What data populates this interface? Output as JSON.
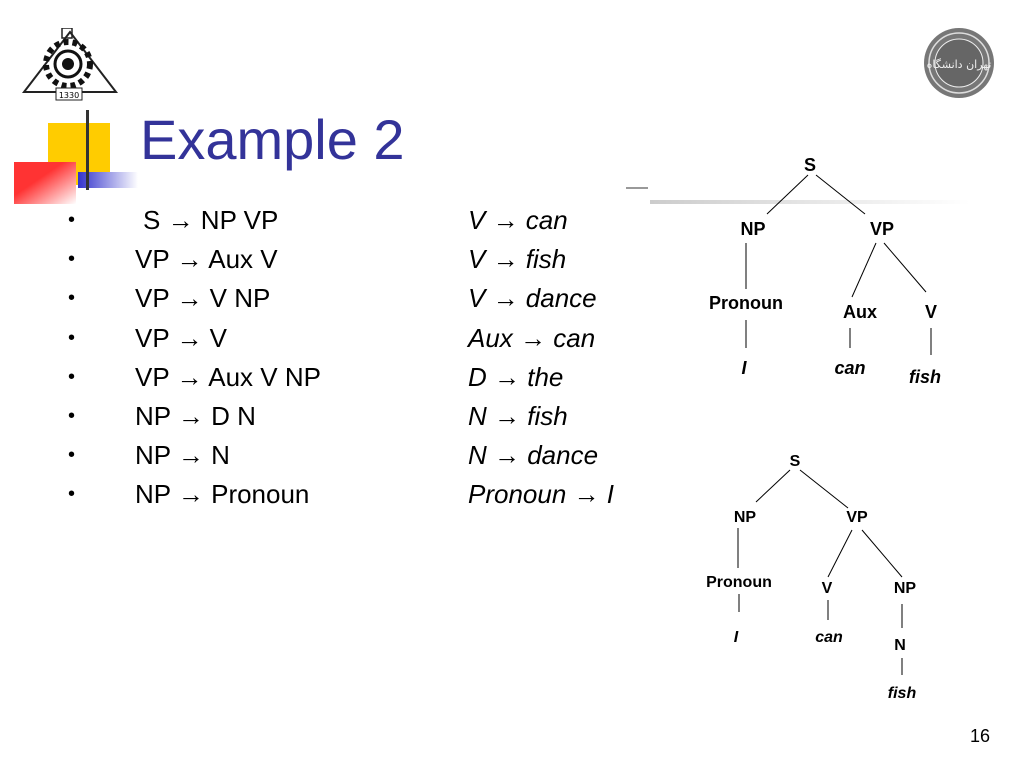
{
  "slide": {
    "title": "Example 2",
    "page_number": "16",
    "logo_left_text": "1330",
    "logo_right_text": "تهران دانشگاه"
  },
  "rules": [
    {
      "left": "S → NP VP",
      "right": "V → can"
    },
    {
      "left": "VP → Aux V",
      "right": "V → fish"
    },
    {
      "left": "VP → V NP",
      "right": "V → dance"
    },
    {
      "left": "VP → V",
      "right": "Aux → can"
    },
    {
      "left": "VP → Aux V NP",
      "right": "D → the"
    },
    {
      "left": "NP → D N",
      "right": "N → fish"
    },
    {
      "left": "NP → N",
      "right": "N → dance"
    },
    {
      "left": "NP → Pronoun",
      "right": "Pronoun → I"
    }
  ],
  "bullet_symbol": "•",
  "tree1": {
    "s": "S",
    "np": "NP",
    "vp": "VP",
    "pronoun": "Pronoun",
    "aux": "Aux",
    "v": "V",
    "i": "I",
    "can": "can",
    "fish": "fish"
  },
  "tree2": {
    "s": "S",
    "np": "NP",
    "vp": "VP",
    "pronoun": "Pronoun",
    "v": "V",
    "np2": "NP",
    "n": "N",
    "i": "I",
    "can": "can",
    "fish": "fish"
  },
  "colors": {
    "title": "#333399",
    "yellow": "#ffcc00",
    "blue": "#3333cc",
    "red": "#ff3333"
  }
}
